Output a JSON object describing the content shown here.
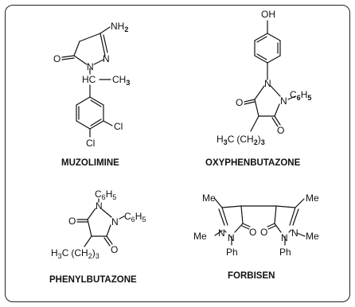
{
  "compounds": {
    "muzolimine": {
      "name": "MUZOLIMINE",
      "nh2": "NH",
      "nh2_sub": "2",
      "o": "O",
      "n1": "N",
      "n2": "N",
      "hc": "HC",
      "ch3": "CH",
      "ch3_sub": "3",
      "cl1": "Cl",
      "cl2": "Cl"
    },
    "oxyphenbutazone": {
      "name": "OXYPHENBUTAZONE",
      "oh": "OH",
      "n1": "N",
      "n2": "N",
      "c6h5": "C",
      "c6h5_sub1": "6",
      "c6h5_h": "H",
      "c6h5_sub2": "5",
      "o1": "O",
      "o2": "O",
      "h3c": "H",
      "h3c_sub": "3",
      "h3c_c": "C",
      "chain": "(CH",
      "chain_sub": "2",
      "chain_close": ")",
      "chain_n": "3"
    },
    "phenylbutazone": {
      "name": "PHENYLBUTAZONE",
      "c6h5_top": "C",
      "c6h5_top_sub1": "6",
      "c6h5_top_h": "H",
      "c6h5_top_sub2": "5",
      "n1": "N",
      "n2": "N",
      "c6h5_right": "C",
      "c6h5_right_sub1": "6",
      "c6h5_right_h": "H",
      "c6h5_right_sub2": "5",
      "o1": "O",
      "o2": "O",
      "h3c": "H",
      "h3c_sub": "3",
      "h3c_c": "C",
      "chain": "(CH",
      "chain_sub": "2",
      "chain_close": ")",
      "chain_n": "3"
    },
    "forbisen": {
      "name": "FORBISEN",
      "me1": "Me",
      "me2": "Me",
      "me3": "Me",
      "me4": "Me",
      "n1": "N",
      "n2": "N",
      "n3": "N",
      "n4": "N",
      "o1": "O",
      "o2": "O",
      "ph1": "Ph",
      "ph2": "Ph"
    }
  }
}
